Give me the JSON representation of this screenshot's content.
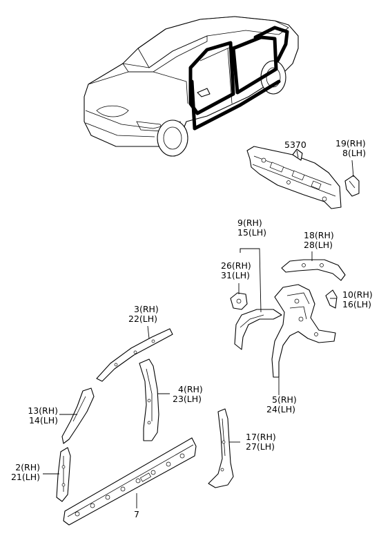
{
  "callouts": {
    "c5370": {
      "l1": "5370"
    },
    "c19_8": {
      "l1": "19(RH)",
      "l2": "8(LH)"
    },
    "c9_15": {
      "l1": "9(RH)",
      "l2": "15(LH)"
    },
    "c18_28": {
      "l1": "18(RH)",
      "l2": "28(LH)"
    },
    "c26_31": {
      "l1": "26(RH)",
      "l2": "31(LH)"
    },
    "c10_16": {
      "l1": "10(RH)",
      "l2": "16(LH)"
    },
    "c3_22": {
      "l1": "3(RH)",
      "l2": "22(LH)"
    },
    "c4_23": {
      "l1": "4(RH)",
      "l2": "23(LH)"
    },
    "c5_24": {
      "l1": "5(RH)",
      "l2": "24(LH)"
    },
    "c13_14": {
      "l1": "13(RH)",
      "l2": "14(LH)"
    },
    "c17_27": {
      "l1": "17(RH)",
      "l2": "27(LH)"
    },
    "c2_21": {
      "l1": "2(RH)",
      "l2": "21(LH)"
    },
    "c7": {
      "l1": "7"
    }
  }
}
